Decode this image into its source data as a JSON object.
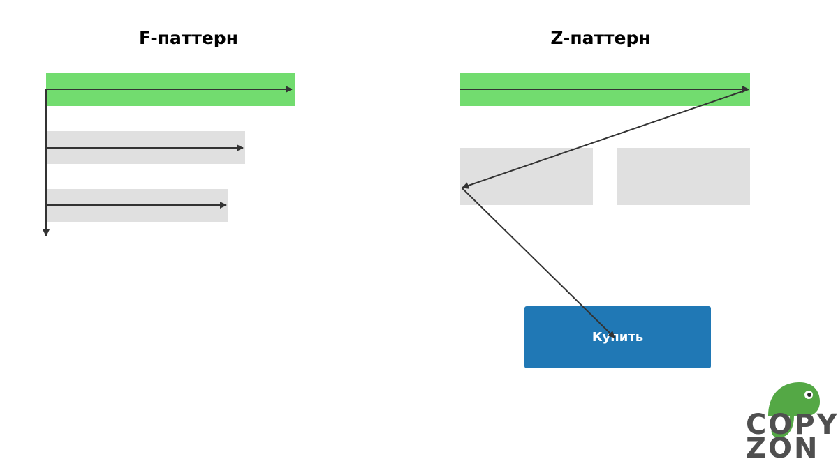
{
  "f_pattern": {
    "title": "F-паттерн"
  },
  "z_pattern": {
    "title": "Z-паттерн",
    "button_label": "Купить"
  },
  "logo": {
    "line1": "COPY",
    "line2": "ZON"
  },
  "colors": {
    "green": "#72dc6f",
    "gray": "#e0e0e0",
    "button": "#2078b5",
    "arrow": "#333333",
    "logo_green": "#54a845"
  }
}
